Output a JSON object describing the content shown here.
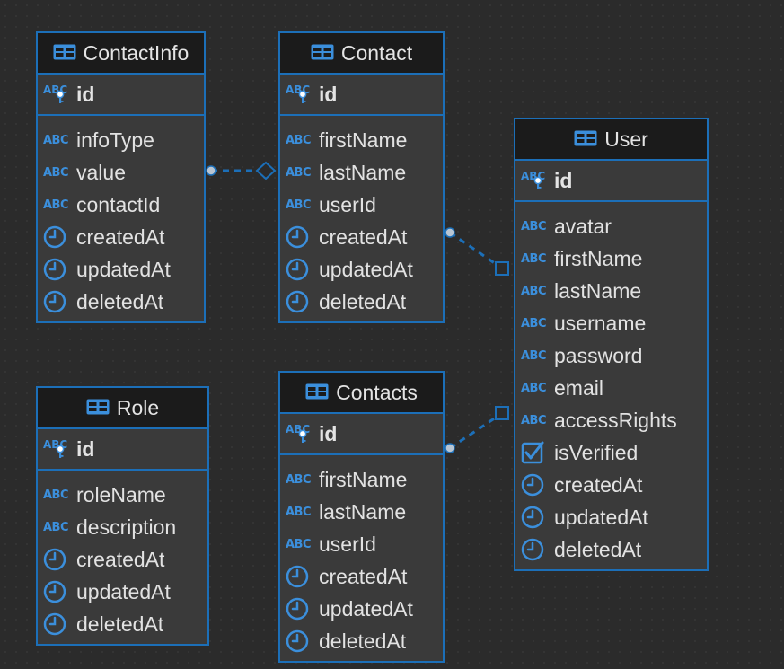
{
  "diagram": {
    "entities": {
      "contact_info": {
        "title": "ContactInfo",
        "pk": "id",
        "fields": [
          {
            "name": "infoType",
            "icon": "abc-text-icon"
          },
          {
            "name": "value",
            "icon": "abc-text-icon"
          },
          {
            "name": "contactId",
            "icon": "abc-text-icon"
          },
          {
            "name": "createdAt",
            "icon": "clock-icon"
          },
          {
            "name": "updatedAt",
            "icon": "clock-icon"
          },
          {
            "name": "deletedAt",
            "icon": "clock-icon"
          }
        ]
      },
      "contact": {
        "title": "Contact",
        "pk": "id",
        "fields": [
          {
            "name": "firstName",
            "icon": "abc-text-icon"
          },
          {
            "name": "lastName",
            "icon": "abc-text-icon"
          },
          {
            "name": "userId",
            "icon": "abc-text-icon"
          },
          {
            "name": "createdAt",
            "icon": "clock-icon"
          },
          {
            "name": "updatedAt",
            "icon": "clock-icon"
          },
          {
            "name": "deletedAt",
            "icon": "clock-icon"
          }
        ]
      },
      "user": {
        "title": "User",
        "pk": "id",
        "fields": [
          {
            "name": "avatar",
            "icon": "abc-text-icon"
          },
          {
            "name": "firstName",
            "icon": "abc-text-icon"
          },
          {
            "name": "lastName",
            "icon": "abc-text-icon"
          },
          {
            "name": "username",
            "icon": "abc-text-icon"
          },
          {
            "name": "password",
            "icon": "abc-text-icon"
          },
          {
            "name": "email",
            "icon": "abc-text-icon"
          },
          {
            "name": "accessRights",
            "icon": "abc-text-icon"
          },
          {
            "name": "isVerified",
            "icon": "checkbox-icon"
          },
          {
            "name": "createdAt",
            "icon": "clock-icon"
          },
          {
            "name": "updatedAt",
            "icon": "clock-icon"
          },
          {
            "name": "deletedAt",
            "icon": "clock-icon"
          }
        ]
      },
      "role": {
        "title": "Role",
        "pk": "id",
        "fields": [
          {
            "name": "roleName",
            "icon": "abc-text-icon"
          },
          {
            "name": "description",
            "icon": "abc-text-icon"
          },
          {
            "name": "createdAt",
            "icon": "clock-icon"
          },
          {
            "name": "updatedAt",
            "icon": "clock-icon"
          },
          {
            "name": "deletedAt",
            "icon": "clock-icon"
          }
        ]
      },
      "contacts": {
        "title": "Contacts",
        "pk": "id",
        "fields": [
          {
            "name": "firstName",
            "icon": "abc-text-icon"
          },
          {
            "name": "lastName",
            "icon": "abc-text-icon"
          },
          {
            "name": "userId",
            "icon": "abc-text-icon"
          },
          {
            "name": "createdAt",
            "icon": "clock-icon"
          },
          {
            "name": "updatedAt",
            "icon": "clock-icon"
          },
          {
            "name": "deletedAt",
            "icon": "clock-icon"
          }
        ]
      }
    },
    "relations": [
      {
        "from": "contact_info",
        "to": "contact"
      },
      {
        "from": "contact",
        "to": "user"
      },
      {
        "from": "contacts",
        "to": "user"
      }
    ],
    "colors": {
      "background": "#2b2b2b",
      "entity_border": "#1c6fb8",
      "header_bg": "#1b1b1b",
      "body_bg": "#3a3a3a",
      "icon_blue": "#3b8fdc",
      "text": "#e2e2e2"
    }
  }
}
